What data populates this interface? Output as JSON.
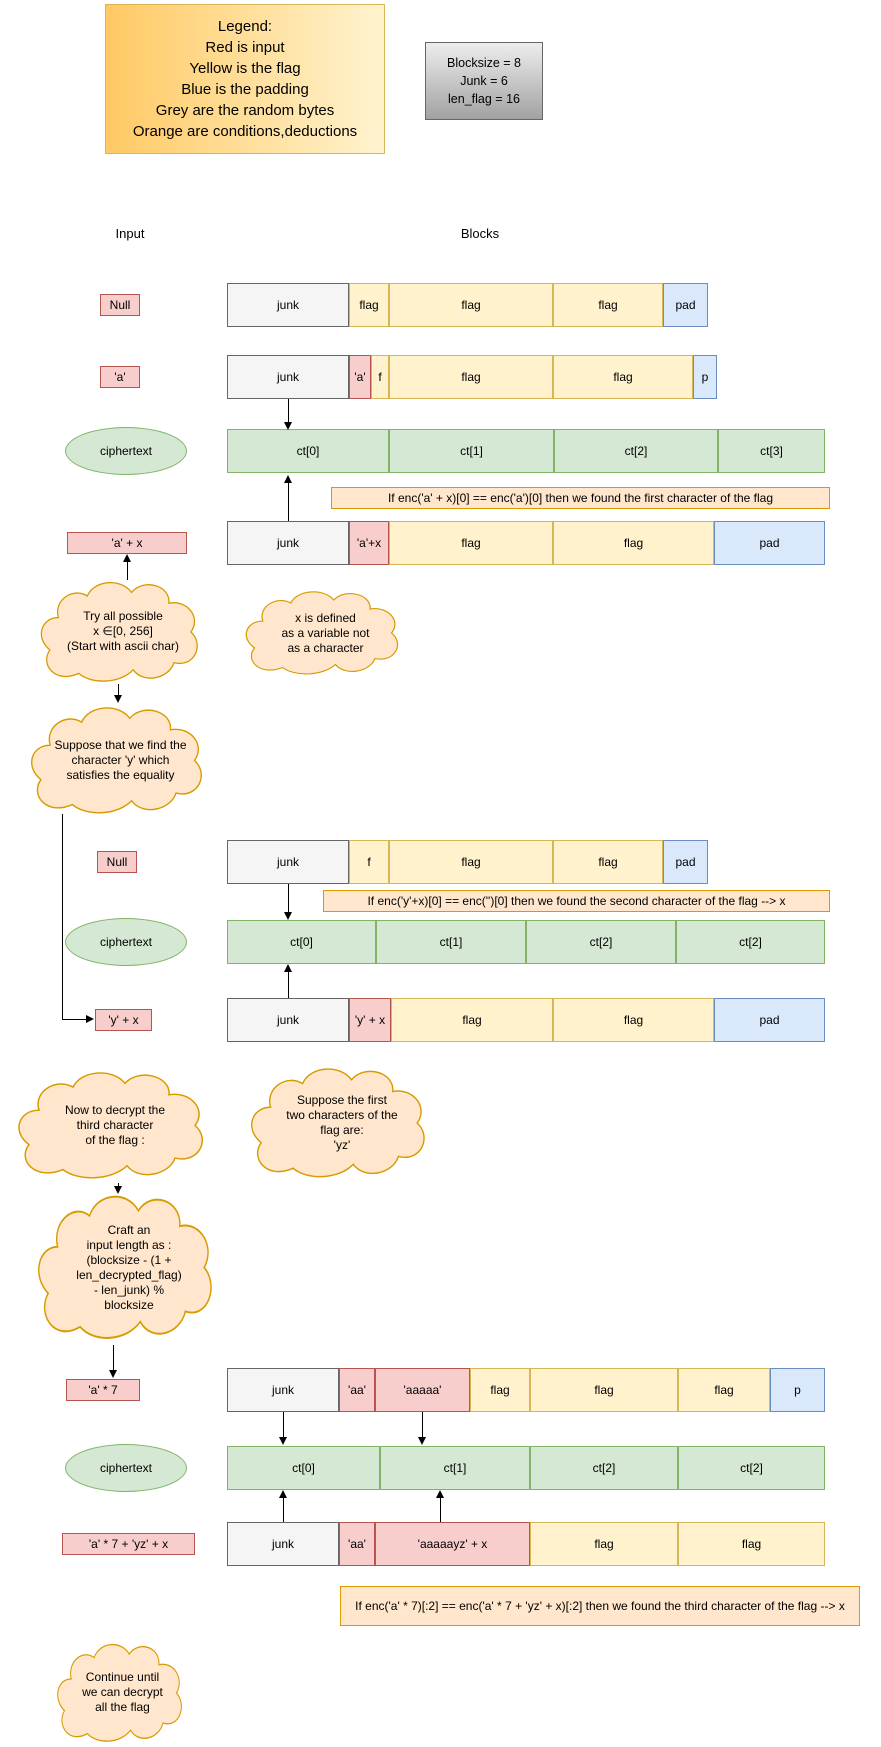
{
  "legend": {
    "text": "Legend:\nRed is input\nYellow is the flag\nBlue is the padding\nGrey are the random bytes\nOrange are conditions,deductions"
  },
  "params": {
    "text": "Blocksize = 8\nJunk = 6\nlen_flag = 16"
  },
  "column_headers": {
    "input": "Input",
    "blocks": "Blocks"
  },
  "labels": {
    "null1": "Null",
    "a": "'a'",
    "ciphertext1": "ciphertext",
    "a_plus_x": "'a' + x",
    "null2": "Null",
    "ciphertext2": "ciphertext",
    "y_plus_x": "'y' + x",
    "a_times_7": "'a' * 7",
    "ciphertext3": "ciphertext",
    "a7_yz_x": "'a' * 7 + 'yz' + x"
  },
  "rows": {
    "row_null_1": {
      "segments": [
        {
          "text": "junk",
          "color": "grey"
        },
        {
          "text": "flag",
          "color": "yellow"
        },
        {
          "text": "flag",
          "color": "yellow"
        },
        {
          "text": "flag",
          "color": "yellow"
        },
        {
          "text": "pad",
          "color": "blue"
        }
      ]
    },
    "row_a": {
      "segments": [
        {
          "text": "junk",
          "color": "grey"
        },
        {
          "text": "'a'",
          "color": "red"
        },
        {
          "text": "f",
          "color": "yellow"
        },
        {
          "text": "flag",
          "color": "yellow"
        },
        {
          "text": "flag",
          "color": "yellow"
        },
        {
          "text": "p",
          "color": "blue"
        }
      ]
    },
    "ciphertext_1": {
      "segments": [
        {
          "text": "ct[0]",
          "color": "green"
        },
        {
          "text": "ct[1]",
          "color": "green"
        },
        {
          "text": "ct[2]",
          "color": "green"
        },
        {
          "text": "ct[3]",
          "color": "green"
        }
      ]
    },
    "row_a_plus_x": {
      "segments": [
        {
          "text": "junk",
          "color": "grey"
        },
        {
          "text": "'a'+x",
          "color": "red"
        },
        {
          "text": "flag",
          "color": "yellow"
        },
        {
          "text": "flag",
          "color": "yellow"
        },
        {
          "text": "pad",
          "color": "blue"
        }
      ]
    },
    "row_null_2": {
      "segments": [
        {
          "text": "junk",
          "color": "grey"
        },
        {
          "text": "f",
          "color": "yellow"
        },
        {
          "text": "flag",
          "color": "yellow"
        },
        {
          "text": "flag",
          "color": "yellow"
        },
        {
          "text": "pad",
          "color": "blue"
        }
      ]
    },
    "ciphertext_2": {
      "segments": [
        {
          "text": "ct[0]",
          "color": "green"
        },
        {
          "text": "ct[1]",
          "color": "green"
        },
        {
          "text": "ct[2]",
          "color": "green"
        },
        {
          "text": "ct[2]",
          "color": "green"
        }
      ]
    },
    "row_y_plus_x": {
      "segments": [
        {
          "text": "junk",
          "color": "grey"
        },
        {
          "text": "'y' + x",
          "color": "red"
        },
        {
          "text": "flag",
          "color": "yellow"
        },
        {
          "text": "flag",
          "color": "yellow"
        },
        {
          "text": "pad",
          "color": "blue"
        }
      ]
    },
    "row_a_times_7": {
      "segments": [
        {
          "text": "junk",
          "color": "grey"
        },
        {
          "text": "'aa'",
          "color": "red"
        },
        {
          "text": "'aaaaa'",
          "color": "red"
        },
        {
          "text": "flag",
          "color": "yellow"
        },
        {
          "text": "flag",
          "color": "yellow"
        },
        {
          "text": "flag",
          "color": "yellow"
        },
        {
          "text": "p",
          "color": "blue"
        }
      ]
    },
    "ciphertext_3": {
      "segments": [
        {
          "text": "ct[0]",
          "color": "green"
        },
        {
          "text": "ct[1]",
          "color": "green"
        },
        {
          "text": "ct[2]",
          "color": "green"
        },
        {
          "text": "ct[2]",
          "color": "green"
        }
      ]
    },
    "row_a7_yz_x": {
      "segments": [
        {
          "text": "junk",
          "color": "grey"
        },
        {
          "text": "'aa'",
          "color": "red"
        },
        {
          "text": "'aaaaayz' + x",
          "color": "red"
        },
        {
          "text": "flag",
          "color": "yellow"
        },
        {
          "text": "flag",
          "color": "yellow"
        }
      ]
    }
  },
  "conditions": {
    "first": "If enc('a' + x)[0] == enc('a')[0] then we found the first character of the flag",
    "second": "If enc('y'+x)[0] == enc('')[0] then we found the second character of the flag --> x",
    "third": "If enc('a' * 7)[:2] == enc('a' * 7 + 'yz' + x)[:2] then we found the third character of the flag --> x"
  },
  "clouds": {
    "try_all": {
      "text": "Try all possible\nx ∈[0, 256]\n(Start with ascii char)"
    },
    "x_defined": {
      "text": "x is defined\nas a variable not\nas a character"
    },
    "suppose_y": {
      "text": "Suppose that we find the\ncharacter 'y' which\nsatisfies the equality"
    },
    "now_decrypt": {
      "text": "Now to decrypt the\nthird character\nof the flag :"
    },
    "suppose_yz": {
      "text": "Suppose the first\ntwo characters of the\nflag are:\n'yz'"
    },
    "craft_input": {
      "text": "Craft an\ninput length as :\n(blocksize - (1 +\nlen_decrypted_flag)\n- len_junk) %\nblocksize"
    },
    "continue": {
      "text": "Continue until\nwe can decrypt\nall the flag"
    }
  },
  "colors": {
    "input_red_fill": "#f8cecc",
    "input_red_border": "#b85450",
    "flag_yellow_fill": "#fff2cc",
    "flag_yellow_border": "#d6b656",
    "padding_blue_fill": "#dae8fc",
    "padding_blue_border": "#6c8ebf",
    "random_grey_fill": "#f5f5f5",
    "random_grey_border": "#666666",
    "ciphertext_green_fill": "#d5e8d4",
    "ciphertext_green_border": "#82b366",
    "condition_orange_fill": "#ffe6cc",
    "condition_orange_border": "#d79b00"
  }
}
